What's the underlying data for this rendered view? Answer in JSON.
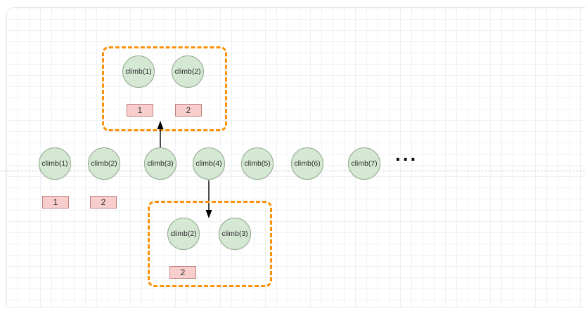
{
  "diagram": {
    "main_row": {
      "nodes": [
        {
          "label": "climb(1)"
        },
        {
          "label": "climb(2)"
        },
        {
          "label": "climb(3)"
        },
        {
          "label": "climb(4)"
        },
        {
          "label": "climb(5)"
        },
        {
          "label": "climb(6)"
        },
        {
          "label": "climb(7)"
        }
      ],
      "ellipsis": "...",
      "results": [
        {
          "value": "1"
        },
        {
          "value": "2"
        }
      ]
    },
    "top_group": {
      "nodes": [
        {
          "label": "climb(1)"
        },
        {
          "label": "climb(2)"
        }
      ],
      "results": [
        {
          "value": "1"
        },
        {
          "value": "2"
        }
      ]
    },
    "bottom_group": {
      "nodes": [
        {
          "label": "climb(2)"
        },
        {
          "label": "climb(3)"
        }
      ],
      "results": [
        {
          "value": "2"
        }
      ]
    },
    "colors": {
      "node_fill": "#d5e8d4",
      "node_border": "#93a98f",
      "result_fill": "#f8cecc",
      "result_border": "#bd807c",
      "group_border": "#fb9104",
      "arrow": "#000000",
      "baseline": "#c6cace",
      "grid_line": "#eef1f4"
    }
  }
}
